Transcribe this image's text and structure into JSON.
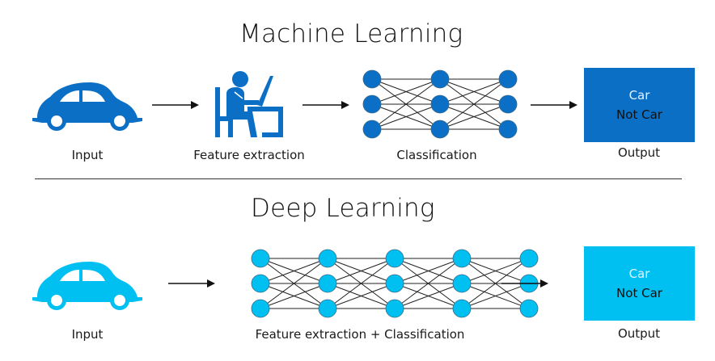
{
  "colors": {
    "ml_blue": "#0b6fc5",
    "dl_blue": "#00c0f2",
    "text": "#111111",
    "arrow": "#111111"
  },
  "machine_learning": {
    "title": "Machine Learning",
    "stages": [
      {
        "label": "Input",
        "icon": "car-icon"
      },
      {
        "label": "Feature extraction",
        "icon": "person-at-computer-icon"
      },
      {
        "label": "Classification",
        "icon": "neural-network-icon"
      },
      {
        "label": "Output",
        "icon": "output-box"
      }
    ],
    "output": {
      "line1": "Car",
      "line2": "Not Car"
    },
    "network_layers": [
      3,
      3,
      3
    ]
  },
  "deep_learning": {
    "title": "Deep Learning",
    "stages": [
      {
        "label": "Input",
        "icon": "car-icon"
      },
      {
        "label": "Feature extraction + Classification",
        "icon": "neural-network-icon"
      },
      {
        "label": "Output",
        "icon": "output-box"
      }
    ],
    "output": {
      "line1": "Car",
      "line2": "Not Car"
    },
    "network_layers": [
      3,
      3,
      3,
      3,
      3
    ]
  }
}
